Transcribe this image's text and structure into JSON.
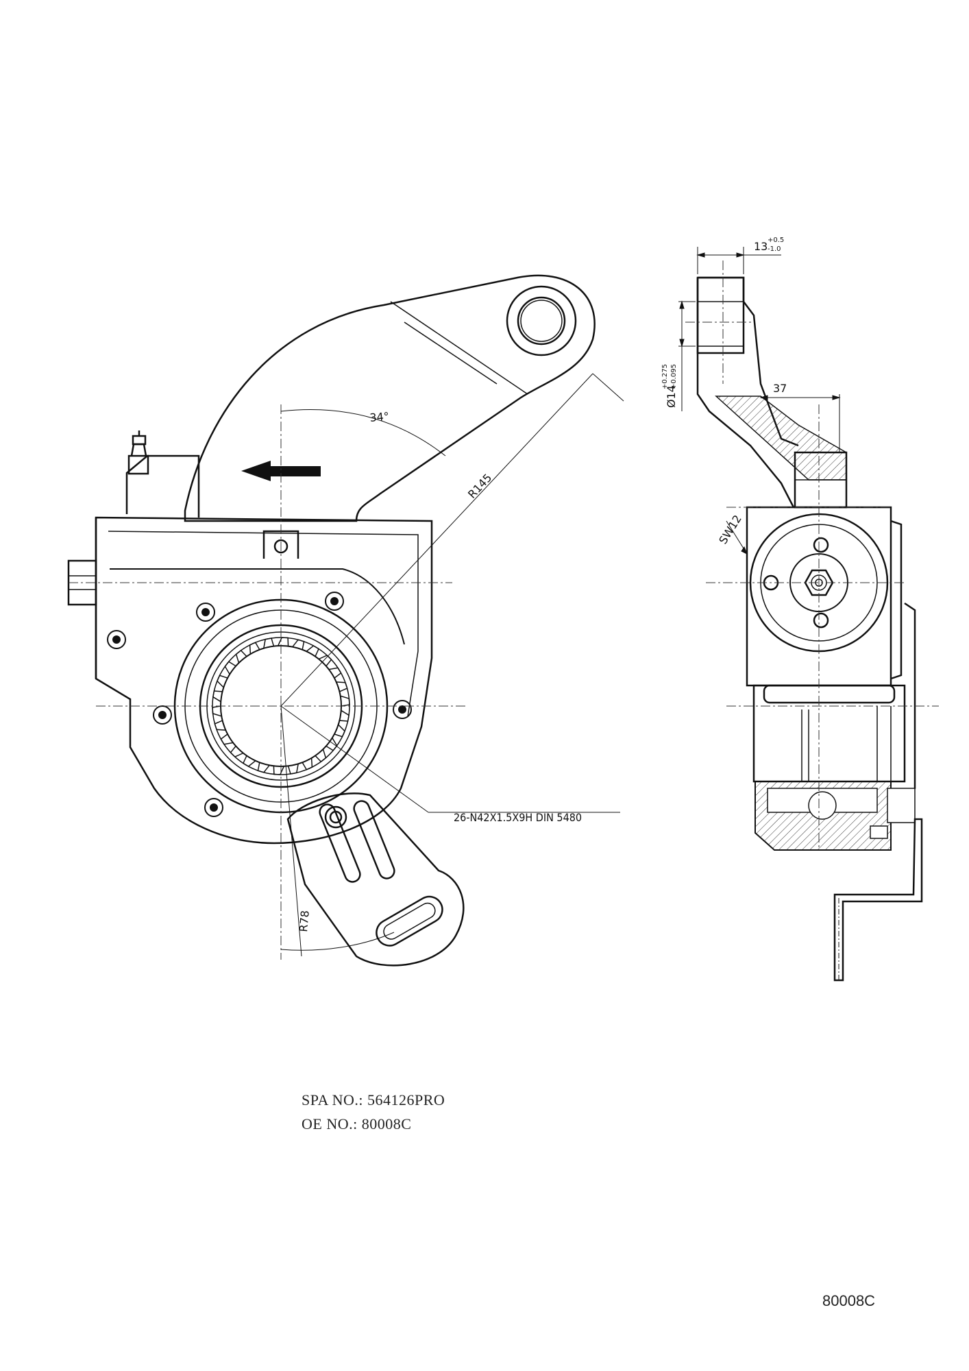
{
  "front_view": {
    "angle_label": "34°",
    "radius_arm_label": "R145",
    "radius_slot_label": "R78",
    "spline_label": "26-N42X1.5X9H DIN 5480"
  },
  "side_view": {
    "width_label": "13",
    "width_tol_upper": "+0.5",
    "width_tol_lower": "-1.0",
    "hole_label": "Ø14",
    "hole_tol_upper": "+0.275",
    "hole_tol_lower": "+0.095",
    "offset_label": "37",
    "wrench_label": "SW12"
  },
  "part_info": {
    "spa_no": "SPA NO.: 564126PRO",
    "oe_no": "OE NO.: 80008C"
  },
  "drawing_code": "80008C"
}
